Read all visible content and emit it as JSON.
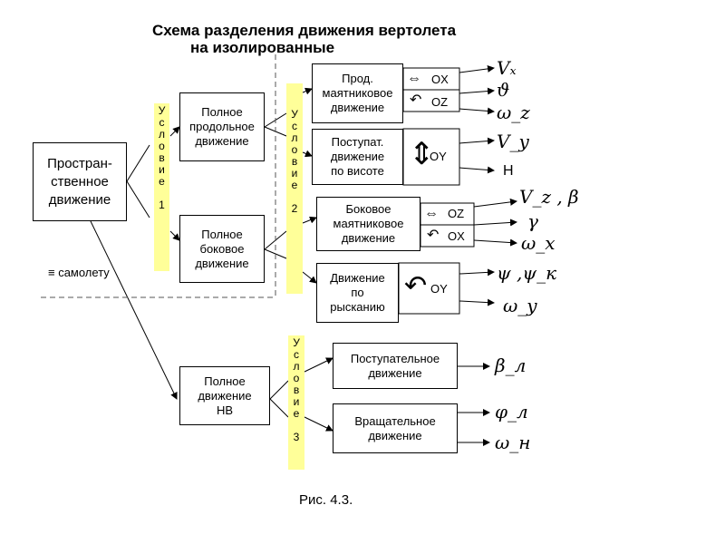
{
  "title": {
    "line1": "Схема разделения движения вертолета",
    "line2": "на изолированные"
  },
  "boxes": {
    "spatial": "Простран-\nственное\nдвижение",
    "full_long": "Полное\nпродольное\nдвижение",
    "full_lat": "Полное\nбоковое\nдвижение",
    "full_nv": "Полное\nдвижение\nНВ",
    "long_pend": "Прод.\nмаятниковое\nдвижение",
    "transl_vert": "Поступат.\nдвижение\nпо  висоте",
    "lat_pend": "Боковое\nмаятниковое\nдвижение",
    "yaw": "Движение\nпо\nрысканию",
    "transl_nv": "Поступательное\nдвижение",
    "rot_nv": "Вращательное\nдвижение"
  },
  "conditions": {
    "c1": [
      "У",
      "с",
      "л",
      "о",
      "в",
      "и",
      "е",
      "",
      "1"
    ],
    "c2": [
      "У",
      "с",
      "л",
      "о",
      "в",
      "и",
      "е",
      "",
      "2"
    ],
    "c3": [
      "У",
      "с",
      "л",
      "о",
      "в",
      "и",
      "е",
      "",
      "3"
    ]
  },
  "axes": {
    "long_pend_top": "OX",
    "long_pend_bottom": "OZ",
    "transl_vert": "OY",
    "lat_pend_top": "OZ",
    "lat_pend_bottom": "OX",
    "yaw": "OY"
  },
  "outputs": {
    "vx": "Vₓ",
    "theta": "ϑ",
    "omega_z": "ω_z",
    "vy": "V_y",
    "h": "Н",
    "vz_beta": "V_z , β",
    "gamma": "γ",
    "omega_x": "ω_x",
    "psi": "ψ ,ψ_к",
    "omega_y": "ω_y",
    "beta_l": "β_л",
    "phi_l": "φ_л",
    "omega_n": "ω_н"
  },
  "side_label": "≡ самолету",
  "caption": "Рис. 4.3.",
  "colors": {
    "condition_fill": "#ffff99",
    "line": "#000000",
    "dashed": "#555555"
  },
  "icons": [
    "double-arrow-icon",
    "rotation-arrow-icon",
    "vertical-double-arrow-icon",
    "big-rotation-arrow-icon"
  ]
}
